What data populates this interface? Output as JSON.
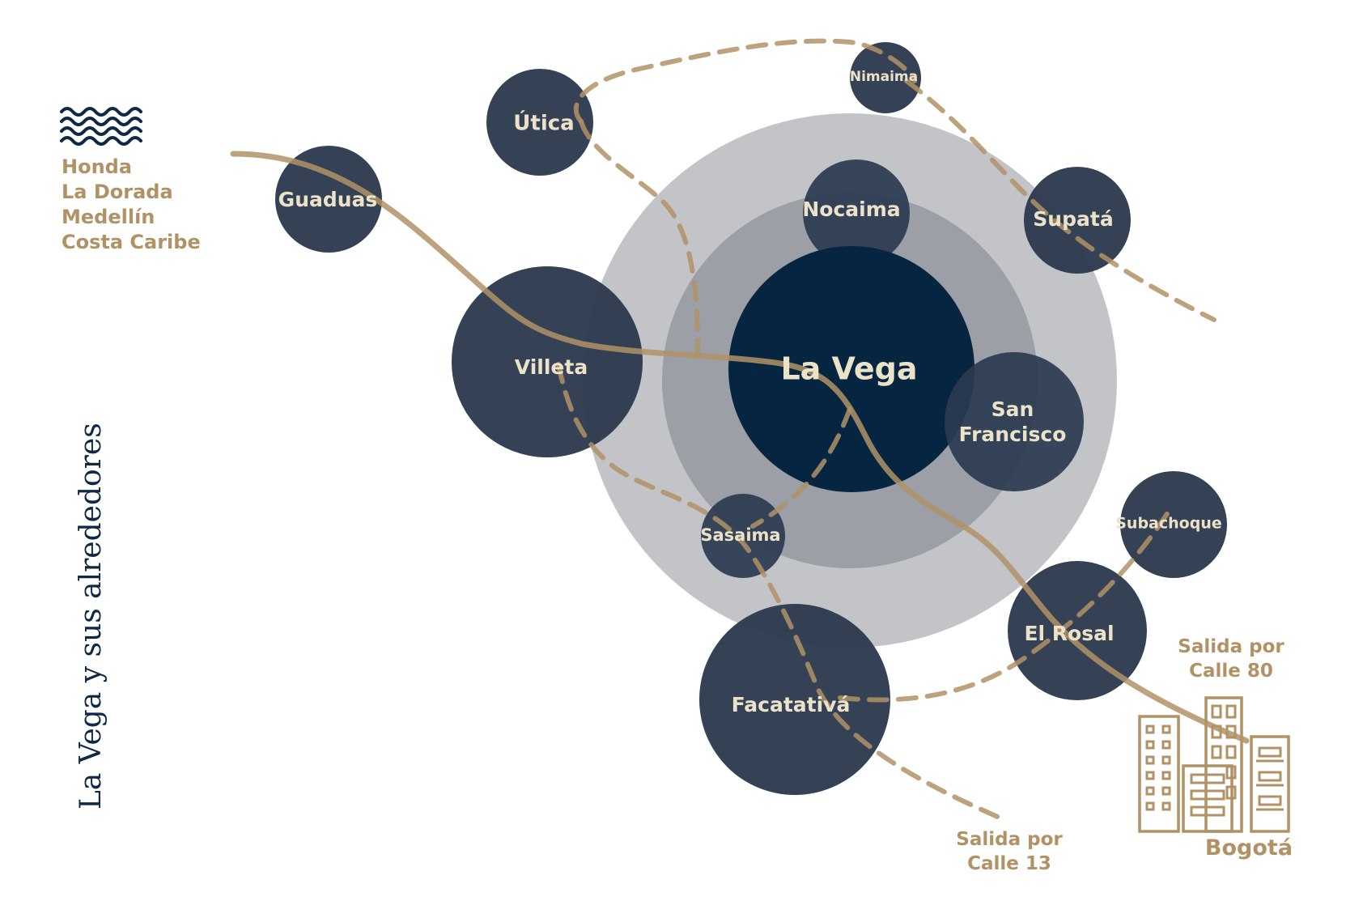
{
  "map": {
    "title": "La Vega y sus alrededores",
    "center": "La Vega",
    "towns": {
      "utica": "Útica",
      "nimaima": "Nimaima",
      "guaduas": "Guaduas",
      "nocaima": "Nocaima",
      "supata": "Supatá",
      "villeta": "Villeta",
      "san_francisco": [
        "San",
        "Francisco"
      ],
      "sasaima": "Sasaima",
      "subachoque": "Subachoque",
      "el_rosal": "El Rosal",
      "facatativa": "Facatativá"
    },
    "north_destinations": [
      "Honda",
      "La Dorada",
      "Medellín",
      "Costa Caribe"
    ],
    "exit_calle80": [
      "Salida por",
      "Calle 80"
    ],
    "exit_calle13": [
      "Salida por",
      "Calle 13"
    ],
    "bogota": "Bogotá"
  },
  "icons": {
    "water": "water-waves-icon",
    "city": "city-buildings-icon"
  },
  "colors": {
    "navy": "#2e3b4e",
    "center_navy": "#062540",
    "gold": "#b09266",
    "label": "#ece2c9",
    "ring_outer": "#c2c4c8",
    "ring_inner": "#9c9fa6"
  }
}
